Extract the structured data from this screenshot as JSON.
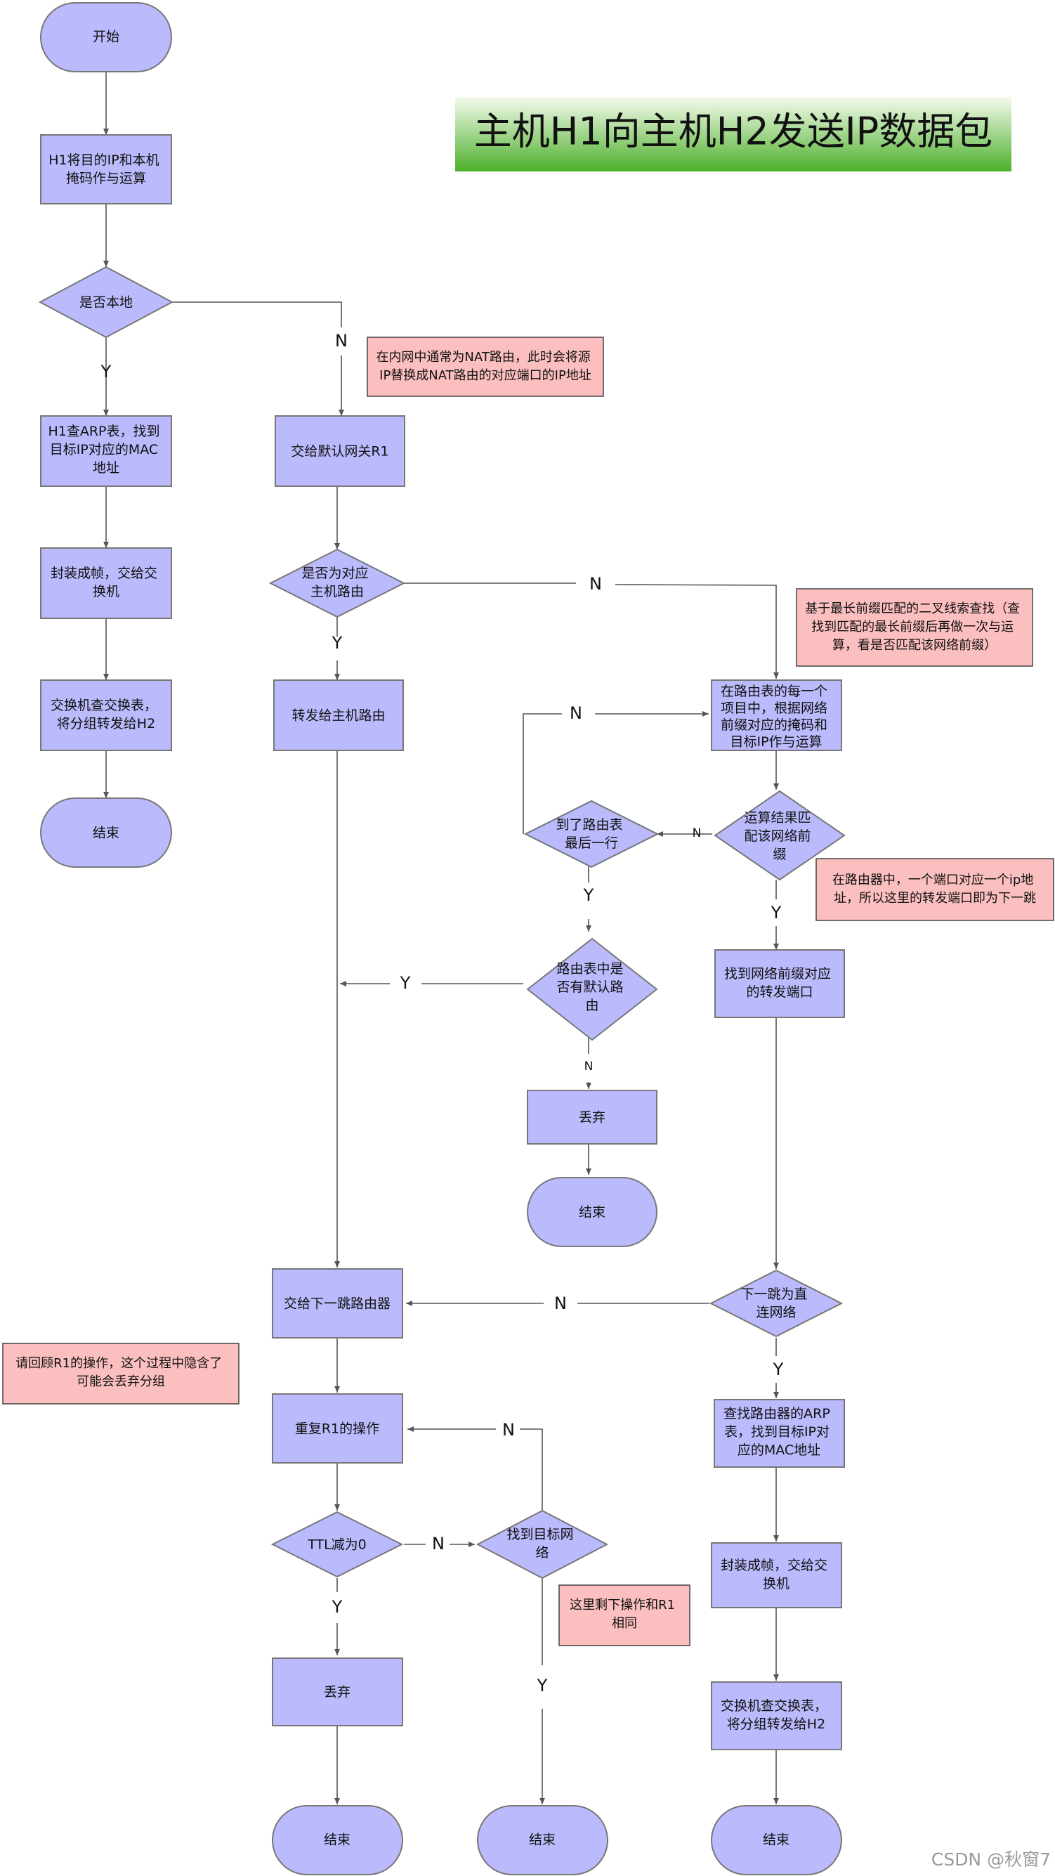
{
  "title": "主机H1向主机H2发送IP数据包",
  "watermark": "CSDN @秋窗7",
  "colors": {
    "node_fill": "#babafc",
    "node_stroke": "#777777",
    "note_fill": "#fcbfbf",
    "note_stroke": "#444444",
    "title_top": "#f5fbee",
    "title_bottom": "#4cb02a",
    "line": "#555555"
  },
  "nodes": {
    "start": "开始",
    "h1_mask": [
      "H1将目的IP和本机",
      "掩码作与运算"
    ],
    "is_local": "是否本地",
    "h1_arp": [
      "H1查ARP表，找到",
      "目标IP对应的MAC",
      "地址"
    ],
    "wrap_frame_1": [
      "封装成帧，交给交",
      "换机"
    ],
    "switch_1": [
      "交换机查交换表，",
      "将分组转发给H2"
    ],
    "end_1": "结束",
    "to_gateway": "交给默认网关R1",
    "is_host_route": [
      "是否为对应",
      "主机路由"
    ],
    "forward_host_route": "转发给主机路由",
    "route_each_entry": [
      "在路由表的每一个",
      "项目中，根据网络",
      "前缀对应的掩码和",
      "目标IP作与运算"
    ],
    "match_prefix": [
      "运算结果匹",
      "配该网络前",
      "缀"
    ],
    "last_row": [
      "到了路由表",
      "最后一行"
    ],
    "has_default_route": [
      "路由表中是",
      "否有默认路",
      "由"
    ],
    "discard_1": "丢弃",
    "end_2": "结束",
    "find_port": [
      "找到网络前缀对应",
      "的转发端口"
    ],
    "is_direct": [
      "下一跳为直",
      "连网络"
    ],
    "to_next_router": "交给下一跳路由器",
    "repeat_r1": "重复R1的操作",
    "ttl_zero": "TTL减为0",
    "find_target_net": [
      "找到目标网",
      "络"
    ],
    "discard_2": "丢弃",
    "end_3": "结束",
    "end_4": "结束",
    "router_arp": [
      "查找路由器的ARP",
      "表，找到目标IP对",
      "应的MAC地址"
    ],
    "wrap_frame_2": [
      "封装成帧，交给交",
      "换机"
    ],
    "switch_2": [
      "交换机查交换表，",
      "将分组转发给H2"
    ],
    "end_5": "结束"
  },
  "notes": {
    "nat": [
      "在内网中通常为NAT路由，此时会将源",
      "IP替换成NAT路由的对应端口的IP地址"
    ],
    "longest_prefix": [
      "基于最长前缀匹配的二叉线索查找（查",
      "找到匹配的最长前缀后再做一次与运",
      "算，看是否匹配该网络前缀）"
    ],
    "port_ip": [
      "在路由器中，一个端口对应一个ip地",
      "址，所以这里的转发端口即为下一跳"
    ],
    "recall_r1": [
      "请回顾R1的操作，这个过程中隐含了",
      "可能会丢弃分组"
    ],
    "same_as_r1": [
      "这里剩下操作和R1",
      "相同"
    ]
  },
  "labels": {
    "yes": "Y",
    "no": "N"
  }
}
